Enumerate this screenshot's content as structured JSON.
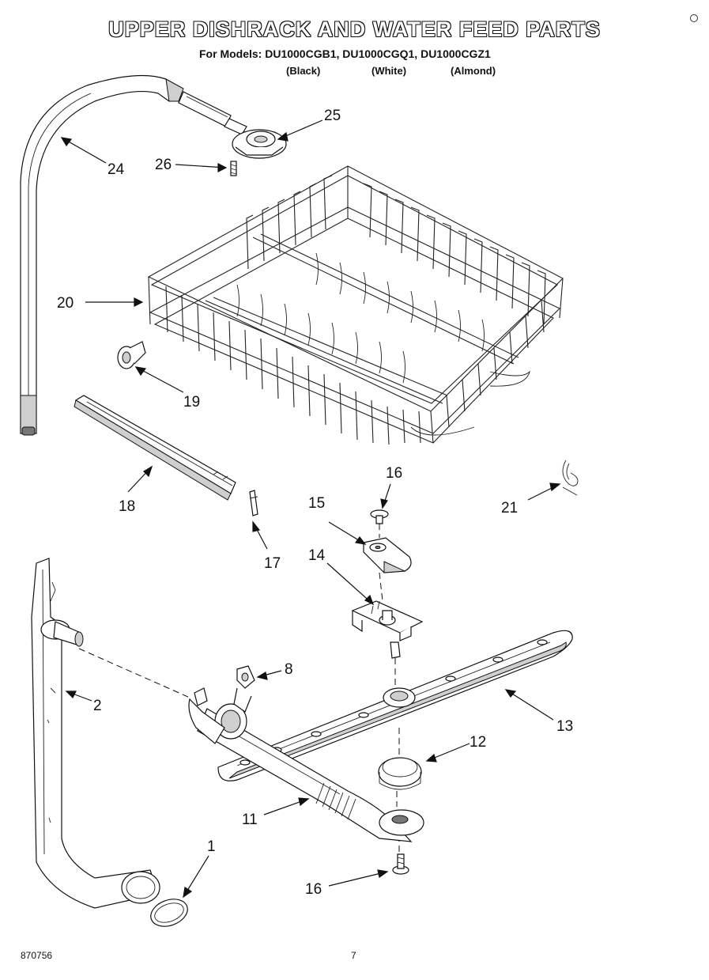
{
  "header": {
    "title": "UPPER DISHRACK AND WATER FEED PARTS",
    "models_line": "For Models: DU1000CGB1, DU1000CGQ1, DU1000CGZ1",
    "finishes": [
      "(Black)",
      "(White)",
      "(Almond)"
    ]
  },
  "callouts": [
    "25",
    "24",
    "26",
    "20",
    "19",
    "18",
    "17",
    "16",
    "15",
    "21",
    "14",
    "8",
    "2",
    "13",
    "12",
    "11",
    "1",
    "16"
  ],
  "footer": {
    "doc_number": "870756",
    "page_number": "7"
  }
}
